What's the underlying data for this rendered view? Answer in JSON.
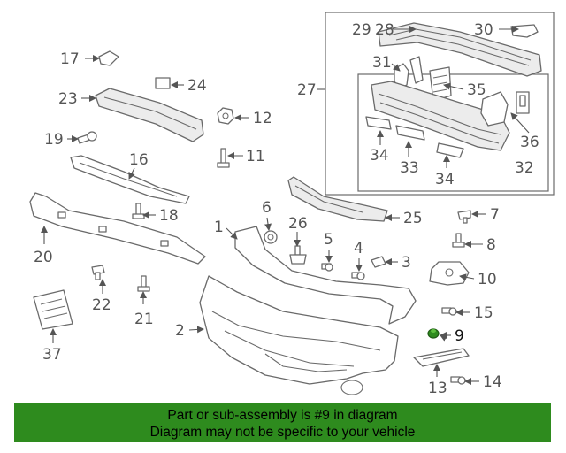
{
  "diagram": {
    "highlight_color": "#2e8b1e",
    "labels": {
      "p1": "1",
      "p2": "2",
      "p3": "3",
      "p4": "4",
      "p5": "5",
      "p6": "6",
      "p7": "7",
      "p8": "8",
      "p9": "9",
      "p10": "10",
      "p11": "11",
      "p12": "12",
      "p13": "13",
      "p14": "14",
      "p15": "15",
      "p16": "16",
      "p17": "17",
      "p18": "18",
      "p19": "19",
      "p20": "20",
      "p21": "21",
      "p22": "22",
      "p23": "23",
      "p24": "24",
      "p25": "25",
      "p26": "26",
      "p27": "27",
      "p28": "28",
      "p29": "29",
      "p30": "30",
      "p31": "31",
      "p32": "32",
      "p33": "33",
      "p34a": "34",
      "p34b": "34",
      "p35": "35",
      "p36": "36",
      "p37": "37"
    }
  },
  "footer": {
    "line1": "Part or sub-assembly is #9 in diagram",
    "line2": "Diagram may not be specific to your vehicle",
    "background": "#2e8b1e"
  }
}
